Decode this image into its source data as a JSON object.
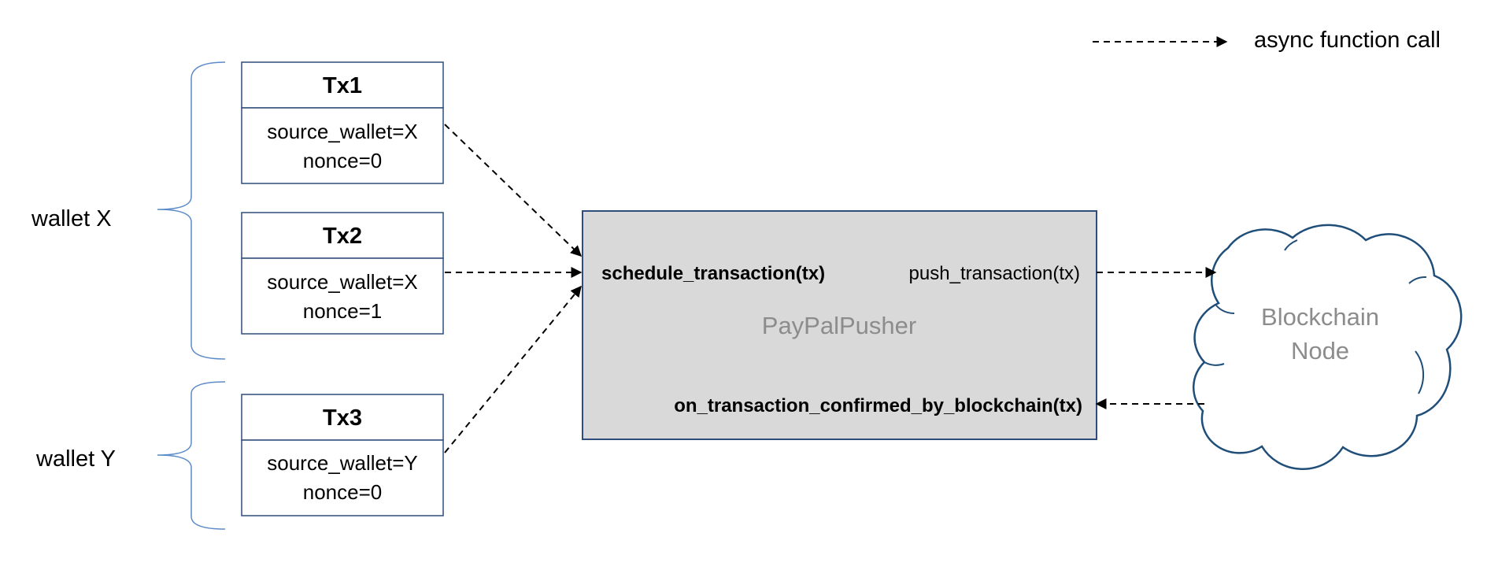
{
  "legend": {
    "label": "async function call"
  },
  "wallets": [
    {
      "label": "wallet X"
    },
    {
      "label": "wallet Y"
    }
  ],
  "transactions": [
    {
      "title": "Tx1",
      "source": "source_wallet=X",
      "nonce": "nonce=0"
    },
    {
      "title": "Tx2",
      "source": "source_wallet=X",
      "nonce": "nonce=1"
    },
    {
      "title": "Tx3",
      "source": "source_wallet=Y",
      "nonce": "nonce=0"
    }
  ],
  "service": {
    "name": "PayPalPusher",
    "schedule_fn": "schedule_transaction(tx)",
    "push_fn": "push_transaction(tx)",
    "confirm_fn": "on_transaction_confirmed_by_blockchain(tx)"
  },
  "node": {
    "line1": "Blockchain",
    "line2": "Node"
  },
  "colors": {
    "box_border": "#2e4d7b",
    "service_fill": "#d9d9d9",
    "cloud_border": "#1f4e79",
    "brace": "#5b8bc8",
    "muted_text": "#8c8c8c"
  }
}
